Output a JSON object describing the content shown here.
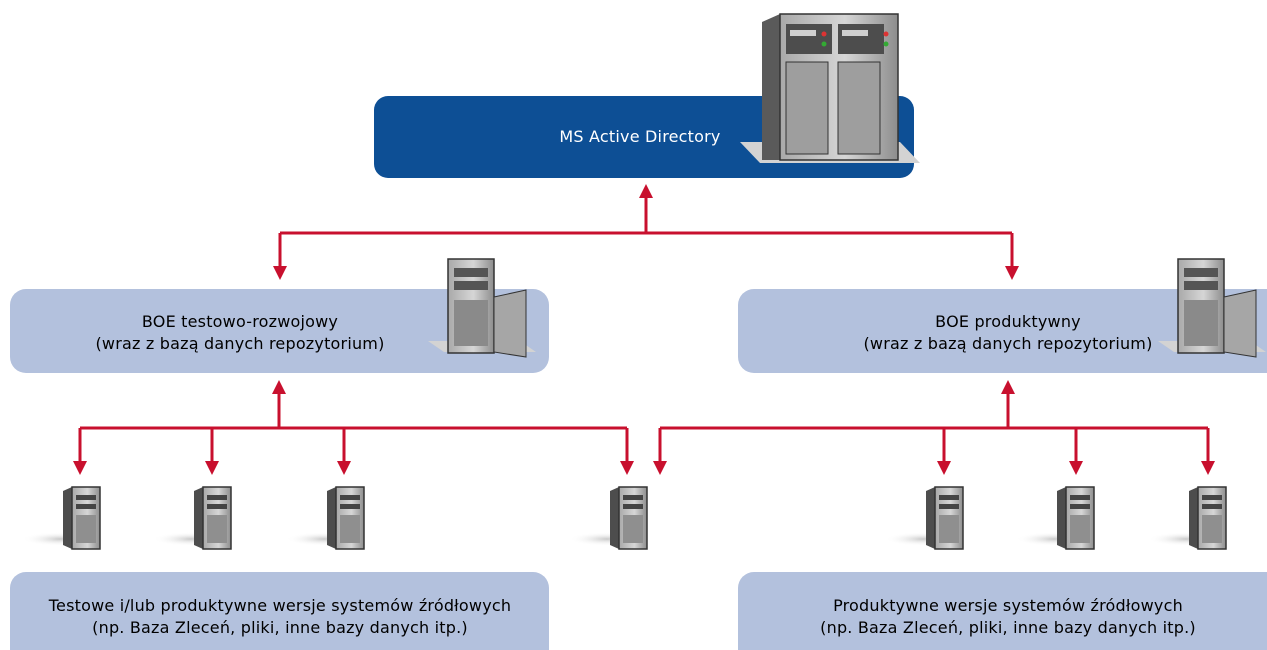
{
  "ad_box": {
    "label": "MS Active Directory"
  },
  "boe_test": {
    "line1": "BOE testowo-rozwojowy",
    "line2": "(wraz z bazą danych repozytorium)"
  },
  "boe_prod": {
    "line1": "BOE produktywny",
    "line2": "(wraz z bazą danych repozytorium)"
  },
  "src_left": {
    "line1": "Testowe i/lub produktywne wersje systemów źródłowych",
    "line2": "(np. Baza Zleceń, pliki, inne bazy danych itp.)"
  },
  "src_right": {
    "line1": "Produktywne wersje systemów źródłowych",
    "line2": "(np. Baza Zleceń, pliki, inne bazy danych itp.)"
  },
  "colors": {
    "arrow": "#c8102e",
    "ad_box": "#0d4f95",
    "light_box": "#b3c1dd"
  },
  "icons": {
    "main_server": "rack-server-icon",
    "boe_server": "open-tower-server-icon",
    "client": "tower-pc-icon"
  }
}
